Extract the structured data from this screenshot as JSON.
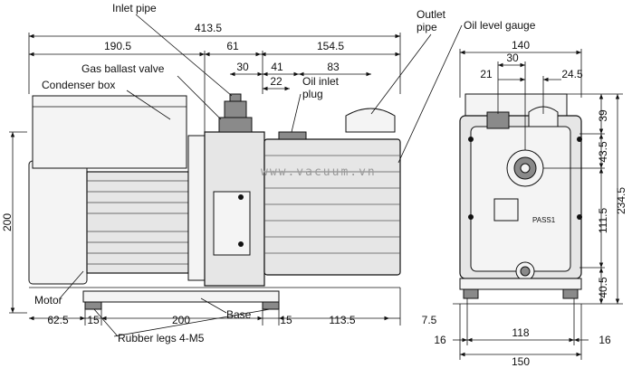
{
  "labels": {
    "inlet_pipe": "Inlet pipe",
    "outlet_pipe_1": "Outlet",
    "outlet_pipe_2": "pipe",
    "oil_level_gauge": "Oil level gauge",
    "gas_ballast_valve": "Gas ballast valve",
    "condenser_box": "Condenser box",
    "oil_inlet_plug_1": "Oil inlet",
    "oil_inlet_plug_2": "plug",
    "motor": "Motor",
    "base": "Base",
    "rubber_legs": "Rubber legs 4-M5"
  },
  "side_view_dims": {
    "overall_length": "413.5",
    "motor_section": "190.5",
    "center_section": "61",
    "pump_section": "154.5",
    "inlet_offset": "30",
    "d41": "41",
    "d83": "83",
    "d22": "22",
    "height": "200",
    "front_overhang": "62.5",
    "leg_left": "15",
    "leg_pitch": "200",
    "leg_right": "15",
    "rear_offset": "113.5",
    "rear_overhang": "7.5"
  },
  "front_view_dims": {
    "width_top": "140",
    "d30": "30",
    "d21": "21",
    "d24_5": "24.5",
    "h39": "39",
    "h43_5": "43.5",
    "h111_5": "111.5",
    "h40_5": "40.5",
    "total_height": "234.5",
    "foot_left": "16",
    "foot_pitch": "118",
    "foot_right": "16",
    "base_width": "150"
  },
  "watermark": "www.vacuum.vn",
  "nameplate": "PASS1"
}
